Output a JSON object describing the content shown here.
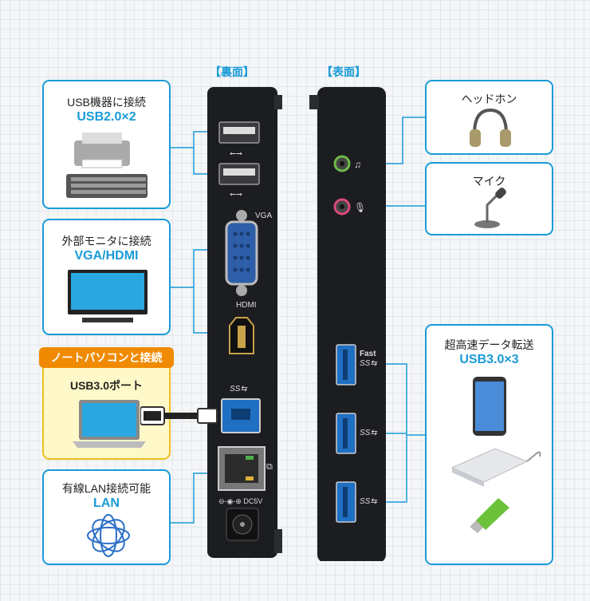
{
  "headers": {
    "back": "【裏面】",
    "front": "【表面】"
  },
  "back": {
    "vga_label": "VGA",
    "hdmi_label": "HDMI",
    "usb3_logo": "SS⇆",
    "dc_label": "⊖-◉-⊕ DC5V"
  },
  "front": {
    "fast_label": "Fast",
    "usb3_logo": "SS⇆"
  },
  "cards": {
    "usb2": {
      "title": "USB機器に接続",
      "subtitle": "USB2.0×2"
    },
    "monitor": {
      "title": "外部モニタに接続",
      "subtitle": "VGA/HDMI"
    },
    "pc": {
      "banner": "ノートパソコンと接続",
      "title": "USB3.0ポート"
    },
    "lan": {
      "title": "有線LAN接続可能",
      "subtitle": "LAN"
    },
    "headphone": {
      "title": "ヘッドホン"
    },
    "mic": {
      "title": "マイク"
    },
    "usb3": {
      "title": "超高速データ転送",
      "subtitle": "USB3.0×3"
    }
  },
  "colors": {
    "accent": "#1a9bd7",
    "highlight_bg": "#fff8c9",
    "banner": "#f08a00",
    "device": "#1c1d21"
  }
}
